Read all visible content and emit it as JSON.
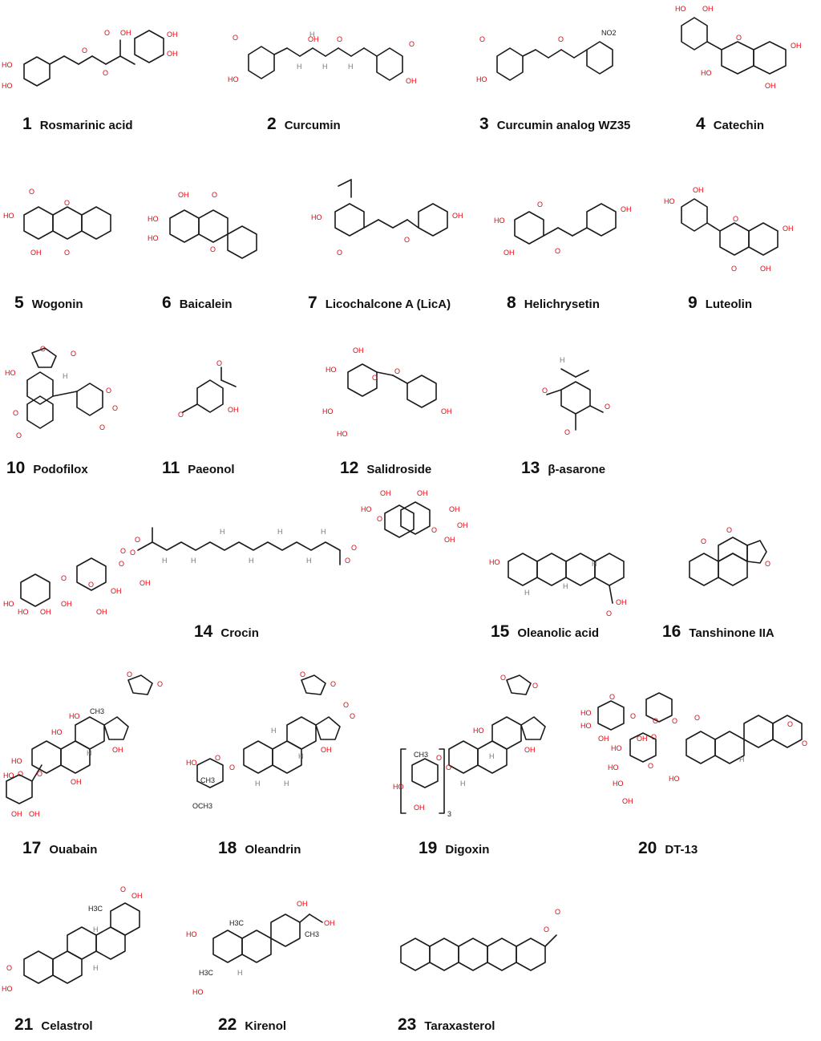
{
  "compounds": [
    {
      "num": "1",
      "name": "Rosmarinic acid",
      "atoms": [
        "HO",
        "HO",
        "O",
        "O",
        "OH",
        "O",
        "OH",
        "OH"
      ]
    },
    {
      "num": "2",
      "name": "Curcumin",
      "atoms": [
        "O",
        "HO",
        "OH",
        "O",
        "O",
        "OH",
        "H",
        "H",
        "H",
        "H"
      ]
    },
    {
      "num": "3",
      "name": "Curcumin analog WZ35",
      "atoms": [
        "O",
        "HO",
        "O",
        "NO2"
      ]
    },
    {
      "num": "4",
      "name": "Catechin",
      "atoms": [
        "HO",
        "OH",
        "O",
        "OH",
        "HO",
        "OH"
      ]
    },
    {
      "num": "5",
      "name": "Wogonin",
      "atoms": [
        "O",
        "HO",
        "O",
        "OH",
        "O"
      ]
    },
    {
      "num": "6",
      "name": "Baicalein",
      "atoms": [
        "OH",
        "O",
        "HO",
        "HO",
        "O"
      ]
    },
    {
      "num": "7",
      "name": "Licochalcone A (LicA)",
      "atoms": [
        "HO",
        "O",
        "O",
        "OH"
      ]
    },
    {
      "num": "8",
      "name": "Helichrysetin",
      "atoms": [
        "HO",
        "O",
        "OH",
        "O",
        "OH"
      ]
    },
    {
      "num": "9",
      "name": "Luteolin",
      "atoms": [
        "OH",
        "HO",
        "O",
        "OH",
        "O",
        "OH"
      ]
    },
    {
      "num": "10",
      "name": "Podofilox",
      "atoms": [
        "O",
        "O",
        "HO",
        "H",
        "O",
        "O",
        "O",
        "O",
        "O"
      ]
    },
    {
      "num": "11",
      "name": "Paeonol",
      "atoms": [
        "O",
        "O",
        "OH"
      ]
    },
    {
      "num": "12",
      "name": "Salidroside",
      "atoms": [
        "OH",
        "HO",
        "O",
        "O",
        "HO",
        "HO",
        "OH"
      ]
    },
    {
      "num": "13",
      "name": "β-asarone",
      "atoms": [
        "H",
        "O",
        "O",
        "O"
      ]
    },
    {
      "num": "14",
      "name": "Crocin",
      "atoms": [
        "HO",
        "O",
        "O",
        "OH",
        "HO",
        "OH",
        "OH",
        "OH",
        "OH",
        "O",
        "O",
        "O",
        "O",
        "H",
        "H",
        "H",
        "H",
        "H",
        "H",
        "H",
        "O",
        "O",
        "O",
        "O",
        "OH",
        "HO",
        "OH",
        "OH",
        "OH",
        "OH"
      ]
    },
    {
      "num": "15",
      "name": "Oleanolic acid",
      "atoms": [
        "HO",
        "H",
        "H",
        "H",
        "O",
        "OH"
      ]
    },
    {
      "num": "16",
      "name": "Tanshinone IIA",
      "atoms": [
        "O",
        "O",
        "O"
      ]
    },
    {
      "num": "17",
      "name": "Ouabain",
      "atoms": [
        "O",
        "O",
        "HO",
        "HO",
        "H",
        "OH",
        "HO",
        "O",
        "HO",
        "O",
        "OH",
        "OH",
        "OH",
        "CH3"
      ]
    },
    {
      "num": "18",
      "name": "Oleandrin",
      "atoms": [
        "O",
        "O",
        "O",
        "O",
        "H",
        "H",
        "HO",
        "O",
        "O",
        "CH3",
        "OCH3",
        "OH",
        "H",
        "H"
      ]
    },
    {
      "num": "19",
      "name": "Digoxin",
      "atoms": [
        "O",
        "O",
        "HO",
        "CH3",
        "O",
        "O",
        "HO",
        "OH",
        "H",
        "H",
        "OH",
        "3"
      ]
    },
    {
      "num": "20",
      "name": "DT-13",
      "atoms": [
        "HO",
        "O",
        "O",
        "O",
        "HO",
        "OH",
        "O",
        "O",
        "O",
        "HO",
        "HO",
        "O",
        "HO",
        "OH",
        "O",
        "O",
        "H",
        "HO",
        "OH"
      ]
    },
    {
      "num": "21",
      "name": "Celastrol",
      "atoms": [
        "H3C",
        "OH",
        "O",
        "O",
        "HO",
        "H",
        "H"
      ]
    },
    {
      "num": "22",
      "name": "Kirenol",
      "atoms": [
        "OH",
        "OH",
        "HO",
        "H3C",
        "CH3",
        "HO",
        "H3C",
        "H"
      ]
    },
    {
      "num": "23",
      "name": "Taraxasterol",
      "atoms": [
        "O",
        "O"
      ]
    }
  ]
}
